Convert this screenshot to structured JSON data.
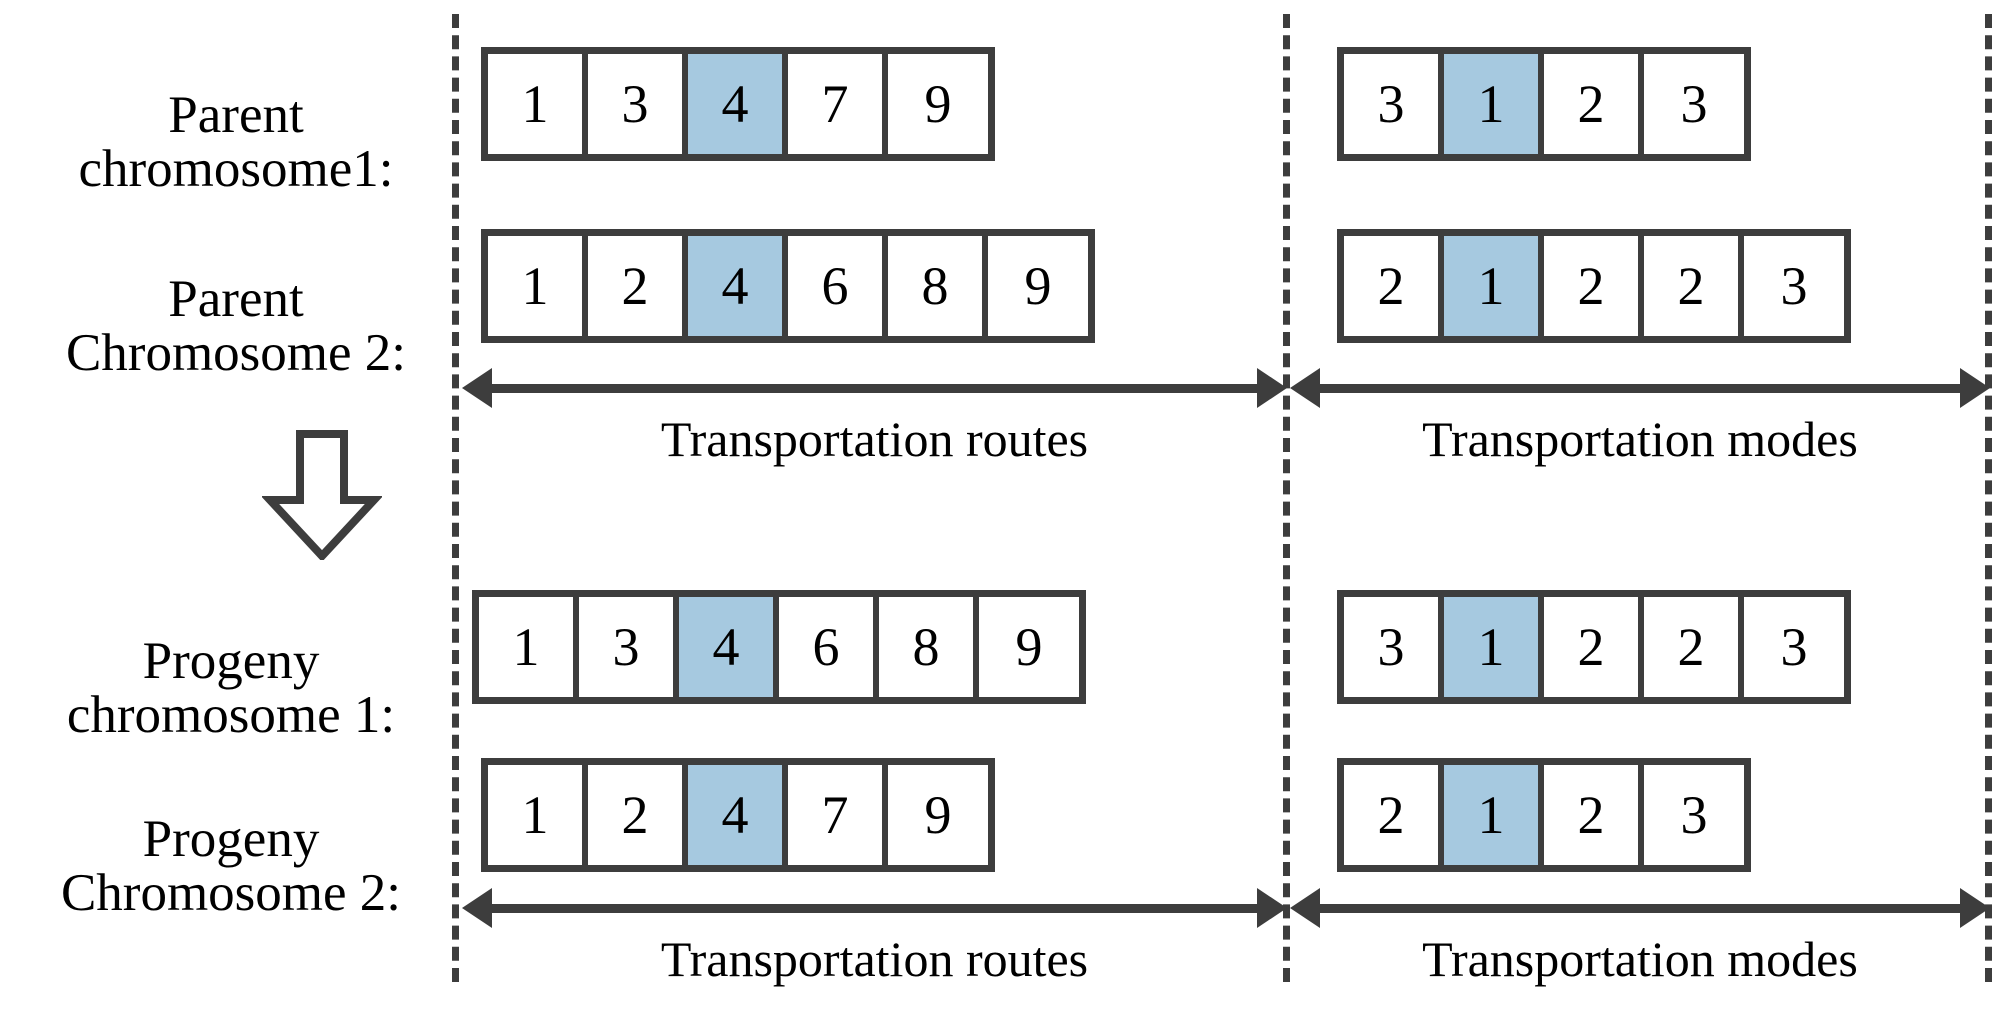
{
  "diagram": {
    "title": "Genetic algorithm crossover of transportation chromosomes",
    "highlight_color": "#a6c9e0",
    "line_color": "#3d3d3d",
    "separator_icon": "vertical-dashed-line",
    "flow_icon": "hollow-down-arrow"
  },
  "sections": {
    "routes_caption": "Transportation routes",
    "modes_caption": "Transportation modes"
  },
  "rows": [
    {
      "id": "parent-chromosome-1",
      "label_line1": "Parent",
      "label_line2": "chromosome1:",
      "routes": [
        "1",
        "3",
        "4",
        "7",
        "9"
      ],
      "routes_highlight_index": 2,
      "modes": [
        "3",
        "1",
        "2",
        "3"
      ],
      "modes_highlight_index": 1
    },
    {
      "id": "parent-chromosome-2",
      "label_line1": "Parent",
      "label_line2": "Chromosome 2:",
      "routes": [
        "1",
        "2",
        "4",
        "6",
        "8",
        "9"
      ],
      "routes_highlight_index": 2,
      "modes": [
        "2",
        "1",
        "2",
        "2",
        "3"
      ],
      "modes_highlight_index": 1
    },
    {
      "id": "progeny-chromosome-1",
      "label_line1": "Progeny",
      "label_line2": "chromosome 1:",
      "routes": [
        "1",
        "3",
        "4",
        "6",
        "8",
        "9"
      ],
      "routes_highlight_index": 2,
      "modes": [
        "3",
        "1",
        "2",
        "2",
        "3"
      ],
      "modes_highlight_index": 1
    },
    {
      "id": "progeny-chromosome-2",
      "label_line1": "Progeny",
      "label_line2": "Chromosome 2:",
      "routes": [
        "1",
        "2",
        "4",
        "7",
        "9"
      ],
      "routes_highlight_index": 2,
      "modes": [
        "2",
        "1",
        "2",
        "3"
      ],
      "modes_highlight_index": 1
    }
  ]
}
